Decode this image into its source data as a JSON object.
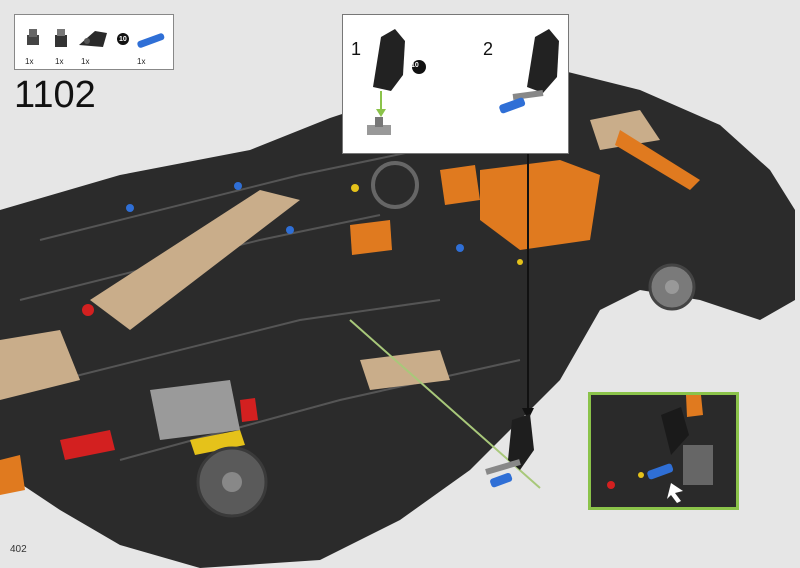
{
  "step": {
    "number": "1102"
  },
  "page": {
    "number": "402"
  },
  "parts_list": [
    {
      "icon": "axle-connector-icon",
      "qty": "1x"
    },
    {
      "icon": "axle-pin-connector-icon",
      "qty": "1x"
    },
    {
      "icon": "panel-connector-icon",
      "qty": "1x",
      "badge": "10"
    },
    {
      "icon": "blue-pin-icon",
      "qty": "1x"
    }
  ],
  "subassembly": {
    "steps": [
      {
        "label": "1",
        "badge": "10"
      },
      {
        "label": "2"
      }
    ]
  },
  "colors": {
    "background": "#e6e6e6",
    "car_body": "#2b2b2b",
    "accent_orange": "#e07a1f",
    "accent_tan": "#c9ad8a",
    "callout_green": "#8bc34a",
    "pin_blue": "#2f6fd6"
  }
}
